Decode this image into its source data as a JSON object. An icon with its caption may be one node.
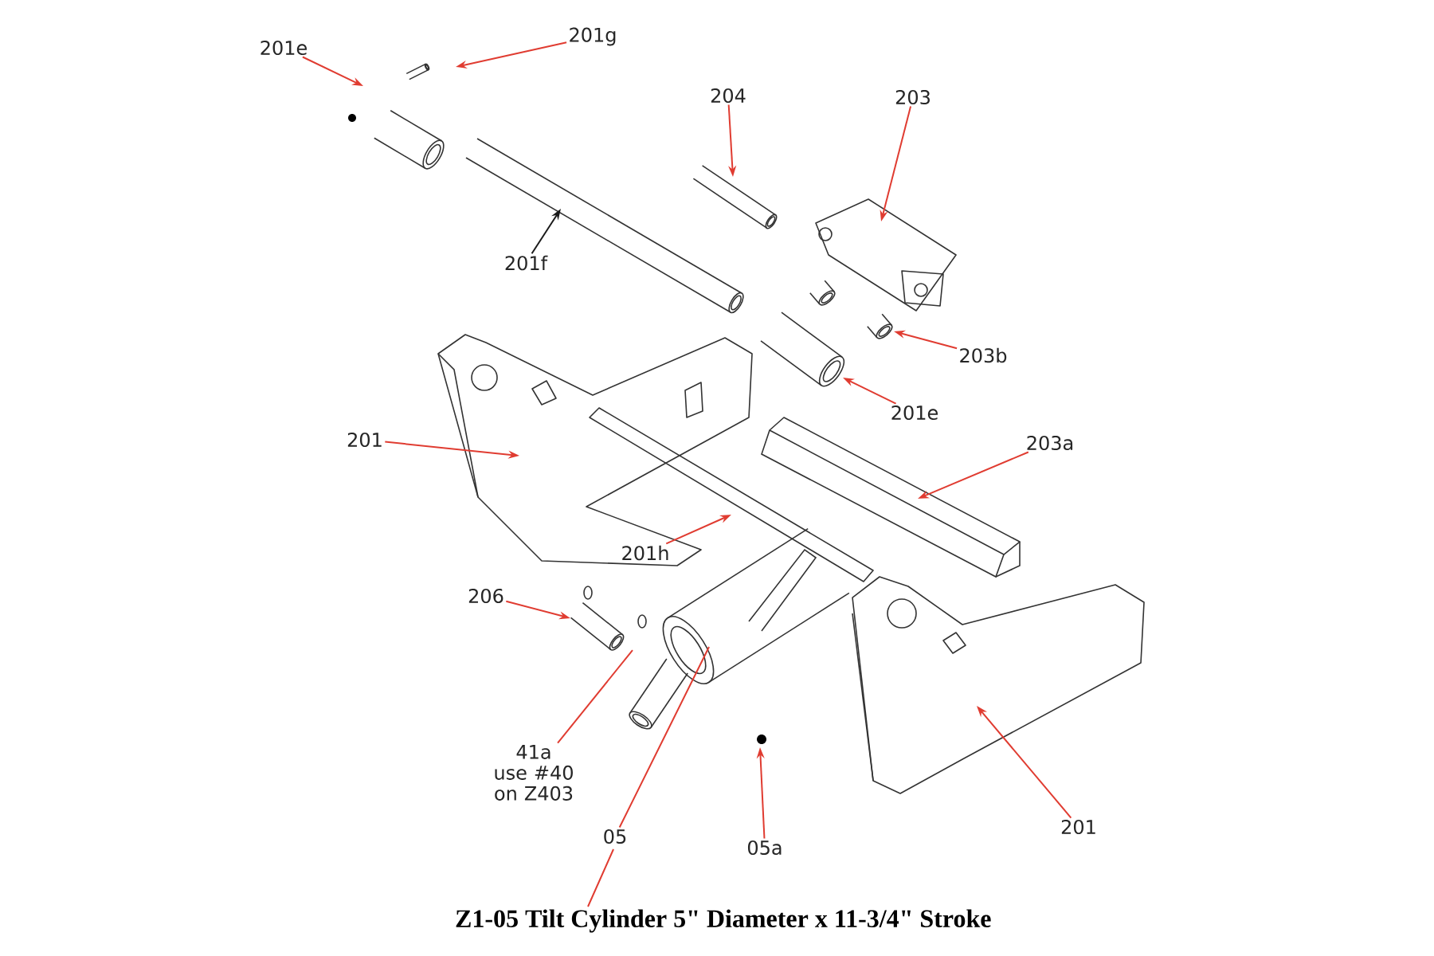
{
  "diagram": {
    "title": "Z1-05 Tilt Cylinder 5\" Diameter x 11-3/4\" Stroke",
    "nodes": [
      {
        "text": [
          "201e"
        ]
      },
      {
        "text": [
          "201g"
        ]
      },
      {
        "text": [
          "204"
        ]
      },
      {
        "text": [
          "203"
        ]
      },
      {
        "text": [
          "201f"
        ]
      },
      {
        "text": [
          "203b"
        ]
      },
      {
        "text": [
          "201e"
        ]
      },
      {
        "text": [
          "201"
        ]
      },
      {
        "text": [
          "203a"
        ]
      },
      {
        "text": [
          "201h"
        ]
      },
      {
        "text": [
          "206"
        ]
      },
      {
        "text": [
          "41a",
          "use #40 on Z403"
        ]
      },
      {
        "text": [
          "05a"
        ]
      },
      {
        "text": [
          "05"
        ]
      },
      {
        "text": [
          "201"
        ]
      }
    ],
    "edges": [
      {
        "from": 0,
        "to": null,
        "arrow": "to"
      },
      {
        "from": 1,
        "to": null,
        "arrow": "to"
      },
      {
        "from": 2,
        "to": null,
        "arrow": "to"
      },
      {
        "from": 3,
        "to": null,
        "arrow": "to"
      },
      {
        "from": 4,
        "to": null,
        "arrow": "to",
        "color": "#1a1a1a"
      },
      {
        "from": 5,
        "to": null,
        "arrow": "to"
      },
      {
        "from": 6,
        "to": null,
        "arrow": "to"
      },
      {
        "from": 7,
        "to": null,
        "arrow": "to"
      },
      {
        "from": 8,
        "to": null,
        "arrow": "to"
      },
      {
        "from": 9,
        "to": null,
        "arrow": "to"
      },
      {
        "from": 10,
        "to": null,
        "arrow": "to"
      },
      {
        "from": 11,
        "to": null,
        "arrow": "none"
      },
      {
        "from": 12,
        "to": null,
        "arrow": "to"
      },
      {
        "from": 13,
        "to": null,
        "arrow": "none"
      },
      {
        "from": 14,
        "to": null,
        "arrow": "to"
      }
    ]
  }
}
